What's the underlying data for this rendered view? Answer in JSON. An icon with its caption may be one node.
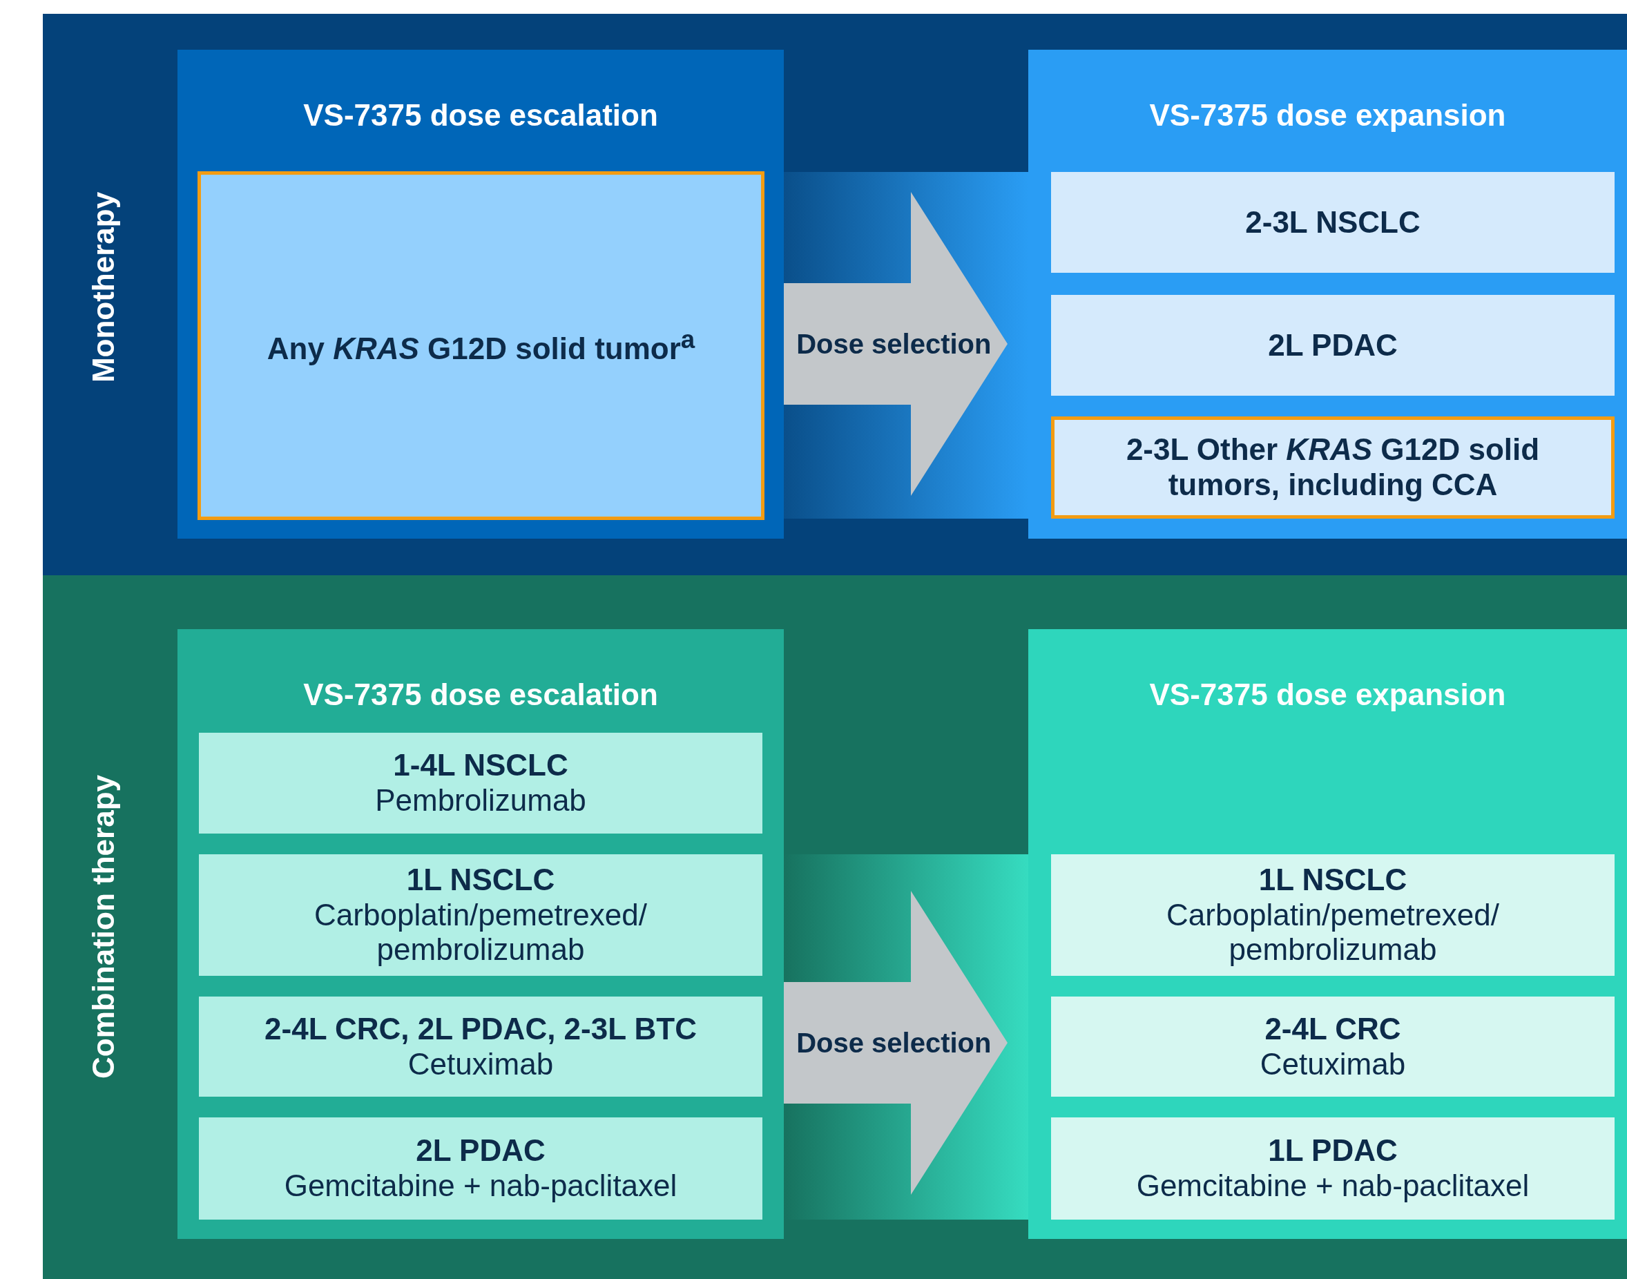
{
  "diagram": {
    "nodes": [
      {
        "text": [
          "Monotherapy"
        ]
      },
      {
        "text": [
          "VS-7375 dose escalation"
        ],
        "in": 0
      },
      {
        "text": [
          "Any *KRAS* G12D solid tumor$^{a}$"
        ],
        "in": 1
      },
      {
        "text": [
          "VS-7375 dose expansion"
        ],
        "in": 0
      },
      {
        "text": [
          "2-3L NSCLC"
        ],
        "in": 3
      },
      {
        "text": [
          "2L PDAC"
        ],
        "in": 3
      },
      {
        "text": [
          "2-3L Other *KRAS* G12D solid tumors, including CCA"
        ],
        "in": 3
      },
      {
        "text": [
          "Combination therapy"
        ]
      },
      {
        "text": [
          "VS-7375 dose escalation"
        ],
        "in": 7
      },
      {
        "text": [
          "1-4L NSCLC",
          "Pembrolizumab"
        ],
        "in": 8
      },
      {
        "text": [
          "1L NSCLC",
          "Carboplatin/pemetrexed/ pembrolizumab"
        ],
        "in": 8
      },
      {
        "text": [
          "2-4L CRC, 2L PDAC, 2-3L BTC",
          "Cetuximab"
        ],
        "in": 8
      },
      {
        "text": [
          "2L PDAC",
          "Gemcitabine + nab-paclitaxel"
        ],
        "in": 8
      },
      {
        "text": [
          "VS-7375 dose expansion"
        ],
        "in": 7
      },
      {
        "text": [
          "1L NSCLC",
          "Carboplatin/pemetrexed/ pembrolizumab"
        ],
        "in": 13
      },
      {
        "text": [
          "2-4L CRC",
          "Cetuximab"
        ],
        "in": 13
      },
      {
        "text": [
          "1L PDAC",
          "Gemcitabine + nab-paclitaxel"
        ],
        "in": 13
      }
    ],
    "edges": [
      {
        "from": 1,
        "to": 3,
        "arrow": "to",
        "label": "Dose selection"
      },
      {
        "from": 8,
        "to": 13,
        "arrow": "to",
        "label": "Dose selection"
      }
    ]
  }
}
